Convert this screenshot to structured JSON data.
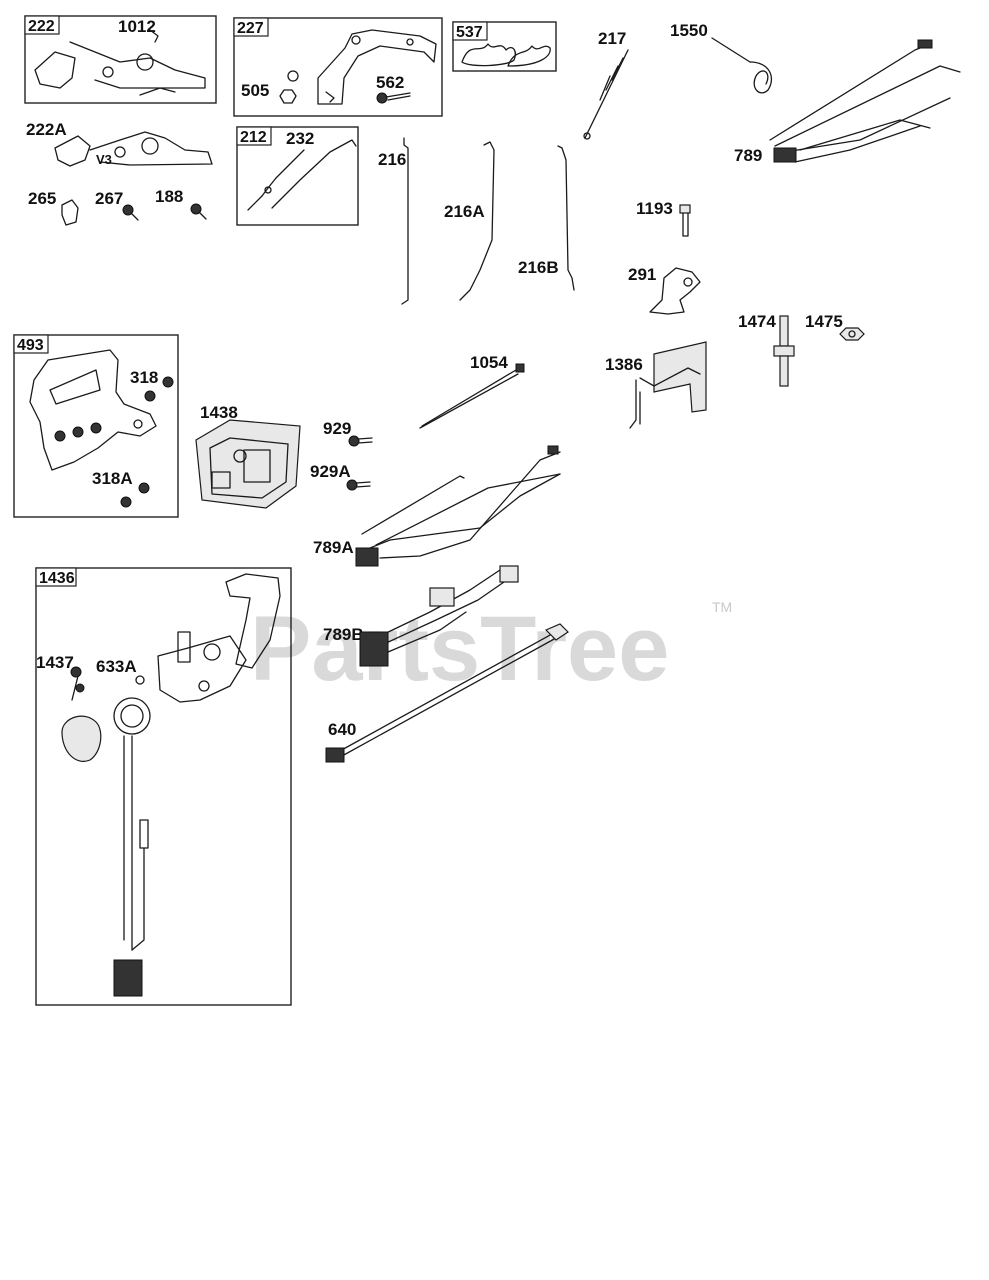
{
  "watermark": {
    "text": "PartsTree",
    "tm": "TM"
  },
  "box_labels": {
    "b222": "222",
    "b227": "227",
    "b537": "537",
    "b212": "212",
    "b493": "493",
    "b1436": "1436"
  },
  "labels": {
    "l1012": "1012",
    "l222a": "222A",
    "lv3": "V3",
    "l265": "265",
    "l267": "267",
    "l188": "188",
    "l505": "505",
    "l562": "562",
    "l232": "232",
    "l217": "217",
    "l1550": "1550",
    "l789": "789",
    "l216": "216",
    "l216a": "216A",
    "l216b": "216B",
    "l1193": "1193",
    "l291": "291",
    "l1474": "1474",
    "l1475": "1475",
    "l318": "318",
    "l318a": "318A",
    "l1438": "1438",
    "l929": "929",
    "l929a": "929A",
    "l1054": "1054",
    "l1386": "1386",
    "l789a": "789A",
    "l789b": "789B",
    "l640": "640",
    "l1437": "1437",
    "l633a": "633A"
  }
}
